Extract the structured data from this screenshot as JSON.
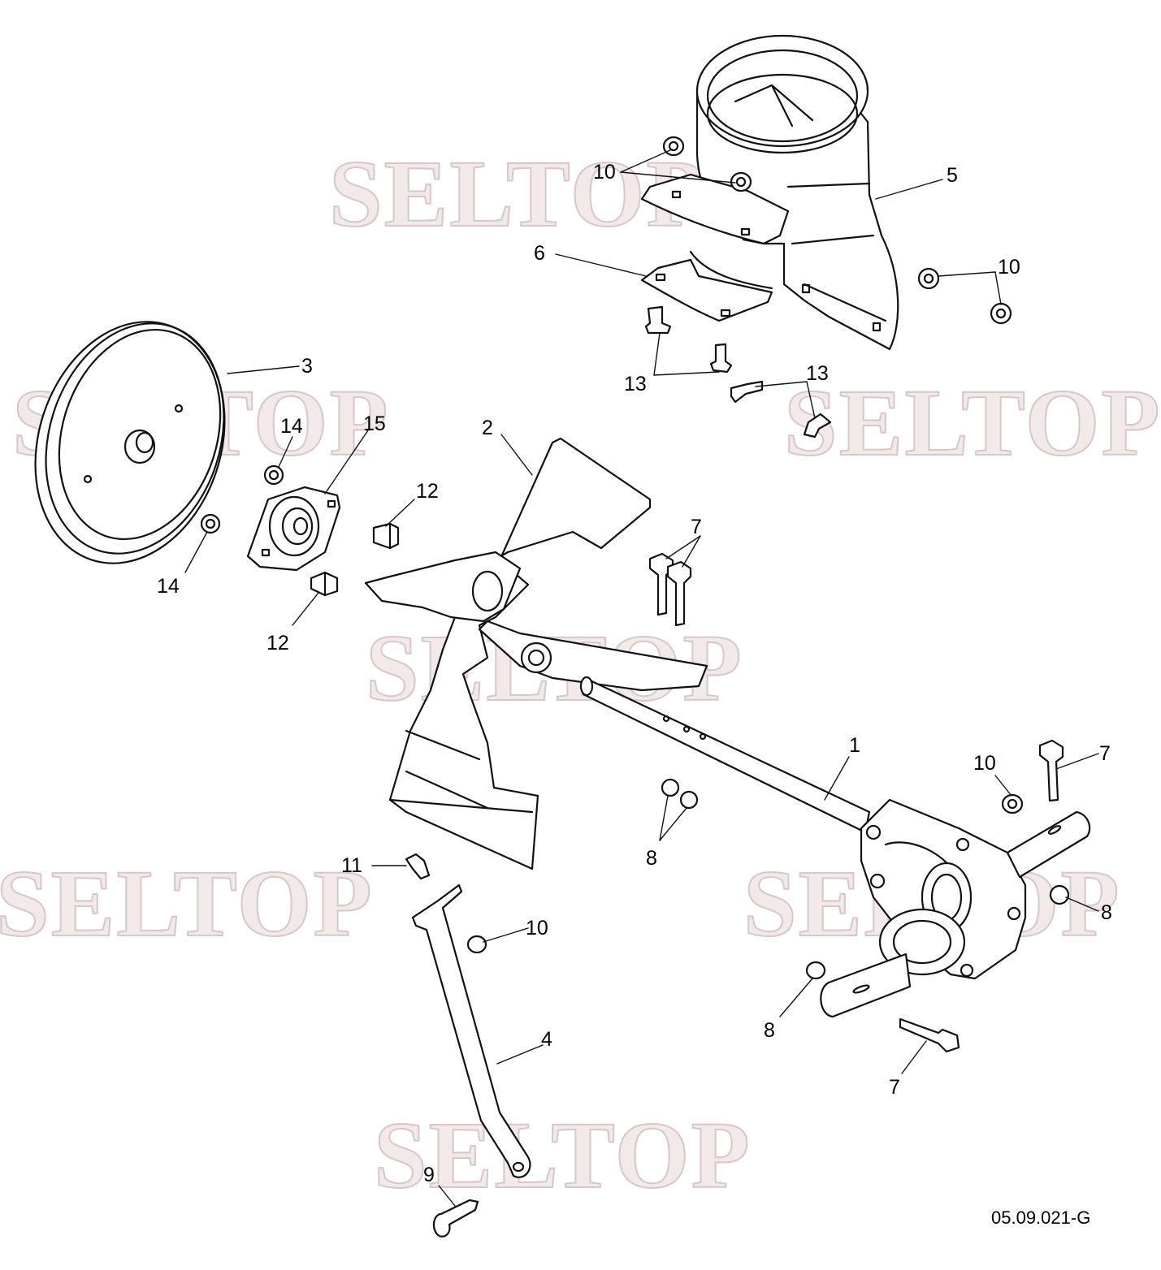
{
  "watermark": "SELTOP",
  "document_id": "05.09.021-G",
  "callouts": {
    "c1": "1",
    "c2": "2",
    "c3": "3",
    "c4": "4",
    "c5": "5",
    "c6": "6",
    "c7a": "7",
    "c7b": "7",
    "c7c": "7",
    "c8a": "8",
    "c8b": "8",
    "c8c": "8",
    "c9": "9",
    "c10a": "10",
    "c10b": "10",
    "c10c": "10",
    "c10d": "10",
    "c11": "11",
    "c12a": "12",
    "c12b": "12",
    "c13a": "13",
    "c13b": "13",
    "c14a": "14",
    "c14b": "14",
    "c15": "15"
  },
  "colors": {
    "watermark_fill": "#e8d8d8",
    "watermark_stroke": "#b89a9a",
    "line": "#111111"
  }
}
